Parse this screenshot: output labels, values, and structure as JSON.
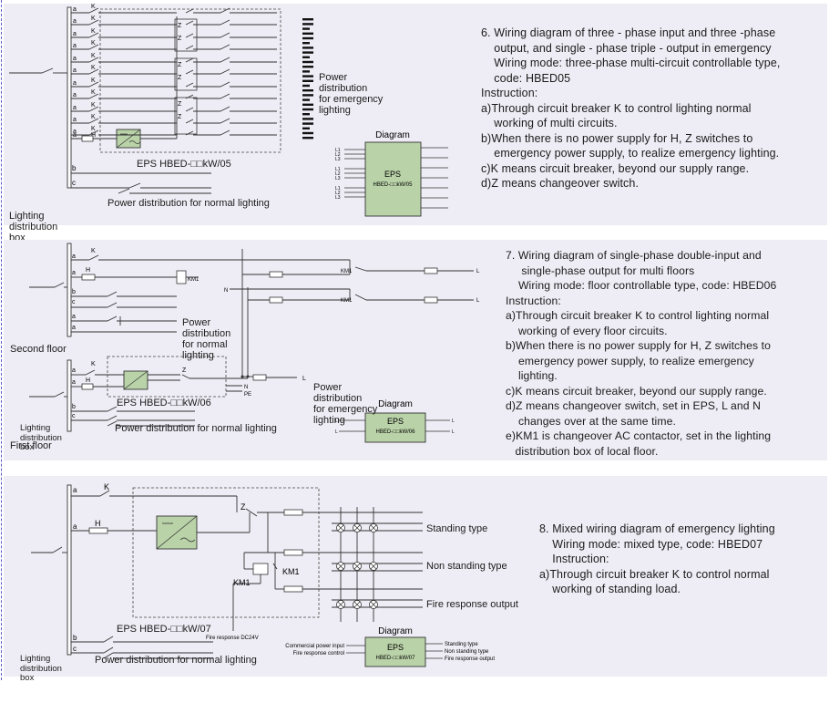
{
  "panel1": {
    "model_label": "EPS HBED-□□kW/05",
    "power_label": [
      "Power",
      "distribution",
      "for emergency",
      "lighting"
    ],
    "box_label": [
      "Lighting",
      "distribution",
      "box"
    ],
    "normal_label": "Power distribution for normal lighting",
    "diagram_title": "Diagram",
    "block_label": "EPS",
    "block_model": "HBED-□□kW/05",
    "inputs": [
      "L1",
      "L2",
      "L3",
      "L1",
      "L2",
      "L3",
      "L1",
      "L2",
      "L3"
    ],
    "breaker_letters": [
      "a",
      "a",
      "a",
      "a",
      "a",
      "a",
      "a",
      "a",
      "a",
      "a",
      "a",
      "a",
      "a"
    ],
    "breaker_k": [
      "K",
      "K",
      "K",
      "K",
      "K",
      "K",
      "K",
      "K",
      "K",
      "K",
      "K",
      "K"
    ],
    "breaker_h": "H",
    "z_labels": [
      "Z",
      "Z",
      "Z",
      "Z",
      "Z",
      "Z"
    ],
    "bottom_letters": [
      "b",
      "c"
    ],
    "text": [
      "6. Wiring diagram of three - phase input and three -phase",
      "    output, and single - phase triple - output in emergency",
      "    Wiring mode: three-phase multi-circuit controllable type,",
      "    code: HBED05",
      "Instruction:",
      "a)Through circuit breaker K to control lighting normal",
      "    working of multi circuits.",
      "b)When there is no power supply for H, Z switches to",
      "    emergency power supply, to realize emergency lighting.",
      "c)K means circuit breaker, beyond our supply range.",
      "d)Z means changeover switch."
    ]
  },
  "panel2": {
    "model_label": "EPS HBED-□□kW/06",
    "power_normal_label": [
      "Power",
      "distribution",
      "for normal",
      "lighting"
    ],
    "power_emerg_label": [
      "Power",
      "distribution",
      "for emergency",
      "lighting"
    ],
    "second_floor": "Second floor",
    "first_floor": "First floor",
    "box_label": [
      "Lighting",
      "distribution",
      "box"
    ],
    "normal_label": "Power distribution for normal lighting",
    "diagram_title": "Diagram",
    "block_label": "EPS",
    "block_model": "HBED-□□kW/06",
    "km1": "KM1",
    "l": "L",
    "n": "N",
    "pe": "PE",
    "k": "K",
    "h": "H",
    "a": "a",
    "b": "b",
    "c": "c",
    "z": "Z",
    "text": [
      "7. Wiring diagram of single-phase double-input and",
      "     single-phase output for multi floors",
      "    Wiring mode: floor controllable type, code: HBED06",
      "Instruction:",
      "a)Through circuit breaker K to control lighting normal",
      "    working of every floor circuits.",
      "b)When there is no power supply for H, Z switches to",
      "    emergency power supply, to realize emergency",
      "    lighting.",
      "c)K means circuit breaker, beyond our supply range.",
      "d)Z means changeover switch, set in EPS, L and N",
      "    changes over at the same time.",
      "e)KM1 is changeover AC contactor, set in the lighting",
      "   distribution box of local floor."
    ]
  },
  "panel3": {
    "model_label": "EPS HBED-□□kW/07",
    "box_label": [
      "Lighting",
      "distribution",
      "box"
    ],
    "normal_label": "Power distribution for normal lighting",
    "fire_dc": "Fire response DC24V",
    "standing": "Standing type",
    "non_standing": "Non standing type",
    "fire_output": "Fire response output",
    "diagram_title": "Diagram",
    "block_label": "EPS",
    "block_model": "HBED-□□kW/07",
    "commercial_input": "Commercial power input",
    "fire_control": "Fire response control",
    "out_standing": "Standing type",
    "out_non_standing": "Non standing type",
    "out_fire": "Fire response output",
    "km1": "KM1",
    "k": "K",
    "h": "H",
    "z": "Z",
    "a": "a",
    "b": "b",
    "c": "c",
    "text": [
      "8. Mixed wiring diagram of emergency lighting",
      "    Wiring mode: mixed type, code: HBED07",
      "    Instruction:",
      "a)Through circuit breaker K to control normal",
      "    working of standing load."
    ]
  },
  "colors": {
    "panel_bg": "#eeedf5",
    "eps_fill": "#b9d2a8",
    "line": "#3a3a3a",
    "border_dash": "#5b5bd0"
  }
}
